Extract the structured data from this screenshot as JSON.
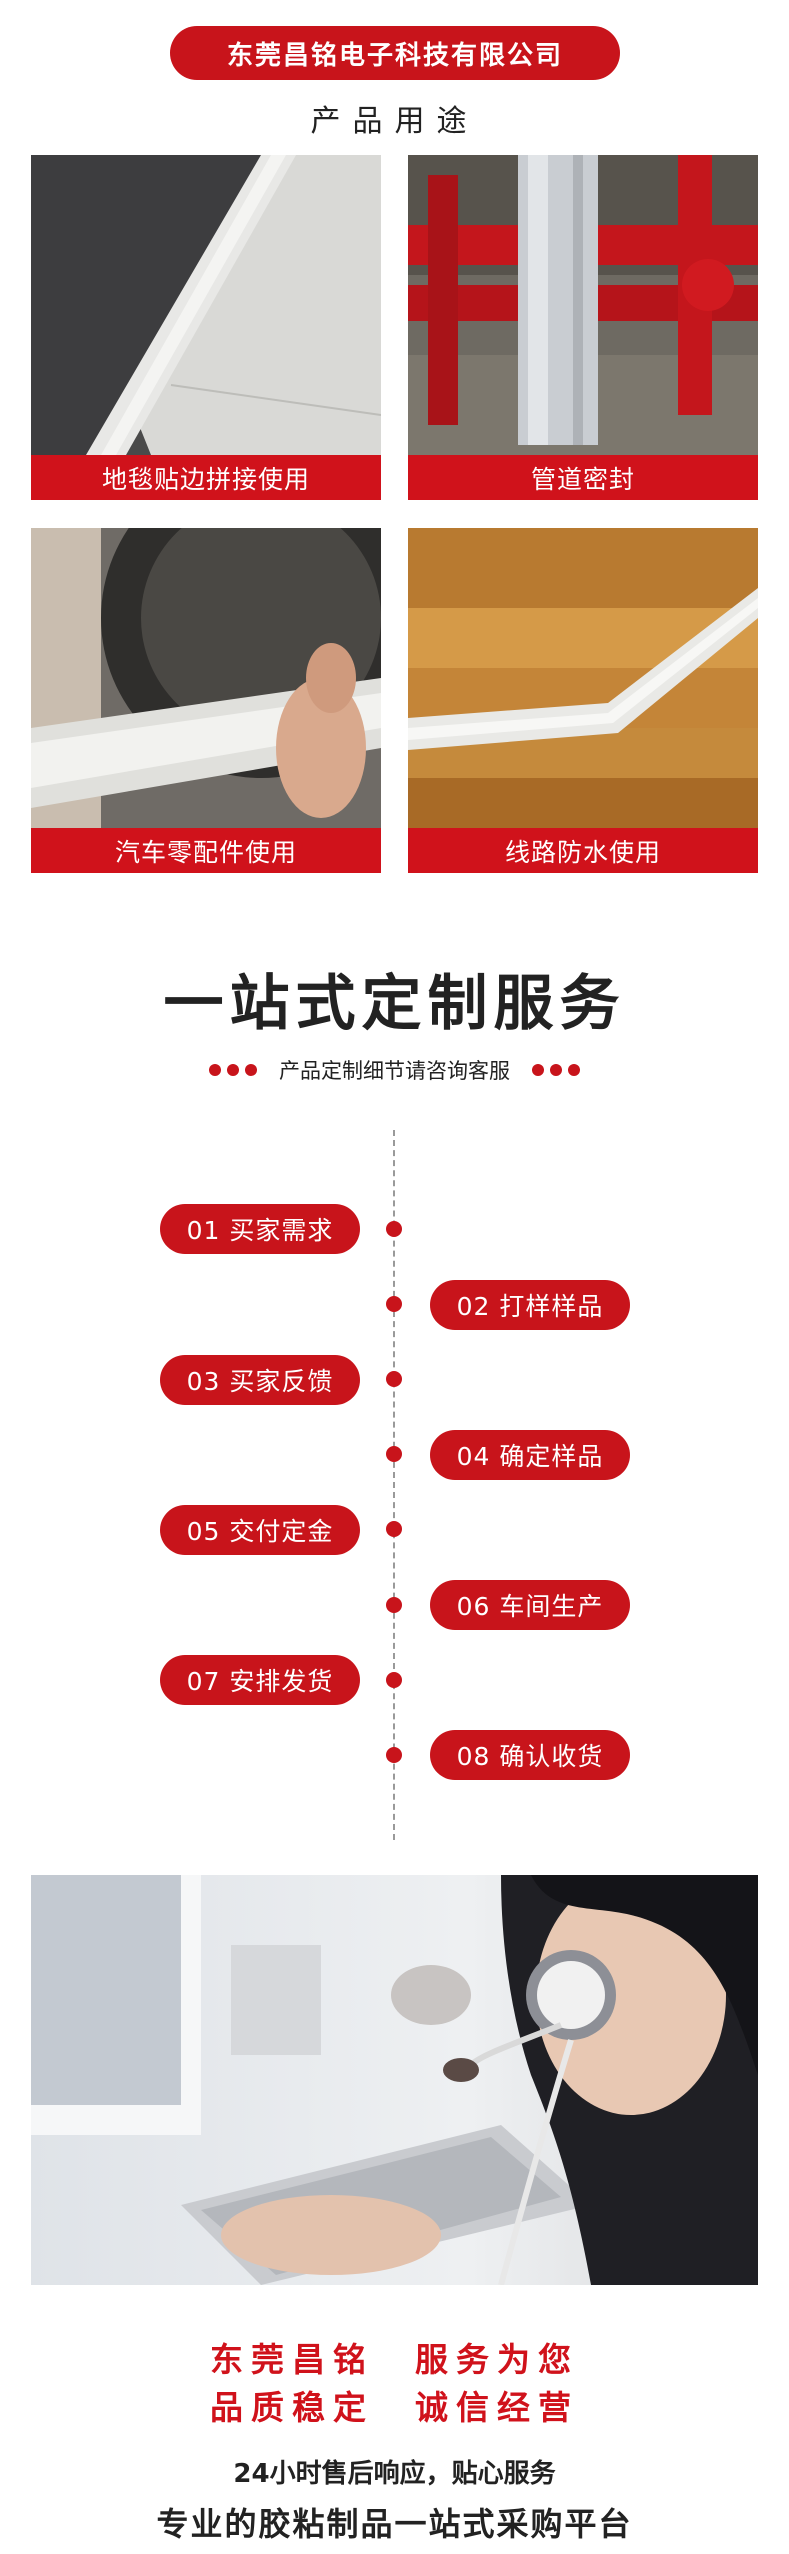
{
  "header": {
    "company": "东莞昌铭电子科技有限公司",
    "section_title": "产品用途"
  },
  "usages": [
    {
      "caption": "地毯贴边拼接使用"
    },
    {
      "caption": "管道密封"
    },
    {
      "caption": "汽车零配件使用"
    },
    {
      "caption": "线路防水使用"
    }
  ],
  "service": {
    "title": "一站式定制服务",
    "subtitle": "产品定制细节请咨询客服"
  },
  "steps": [
    {
      "label": "01 买家需求"
    },
    {
      "label": "02 打样样品"
    },
    {
      "label": "03 买家反馈"
    },
    {
      "label": "04 确定样品"
    },
    {
      "label": "05 交付定金"
    },
    {
      "label": "06 车间生产"
    },
    {
      "label": "07 安排发货"
    },
    {
      "label": "08 确认收货"
    }
  ],
  "slogans": {
    "line1": "东莞昌铭　服务为您",
    "line2": "品质稳定　诚信经营"
  },
  "footer": {
    "line1": "24小时售后响应，贴心服务",
    "line2": "专业的胶粘制品一站式采购平台"
  },
  "colors": {
    "accent": "#c8141b"
  }
}
